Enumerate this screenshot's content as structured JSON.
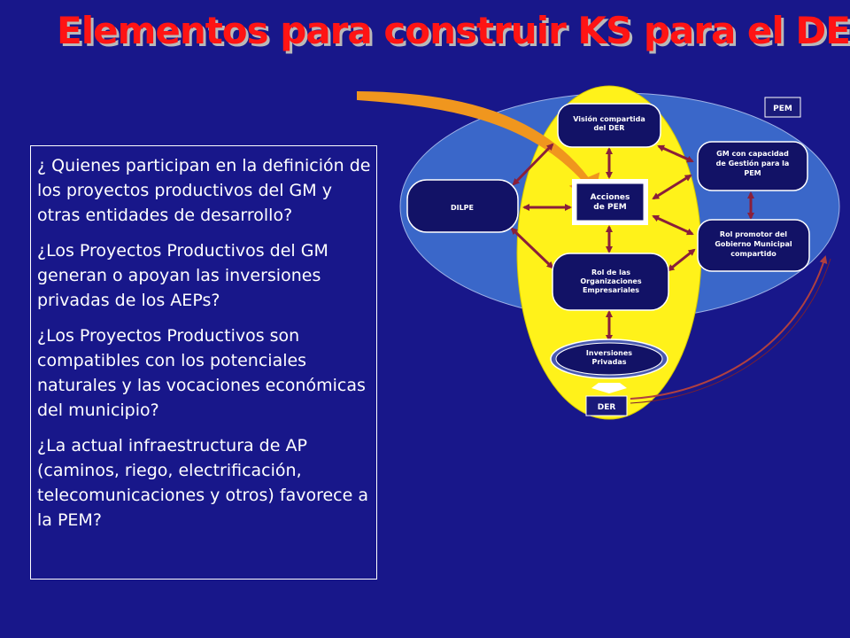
{
  "title": "Elementos para construir KS para el DEL",
  "questions": [
    "¿ Quienes participan en la definición de los proyectos productivos del GM y otras entidades de desarrollo?",
    "¿Los Proyectos Productivos del GM generan o apoyan las inversiones privadas de los AEPs?",
    "¿Los Proyectos Productivos son compatibles con los potenciales naturales y las vocaciones económicas del municipio?",
    "¿La actual infraestructura de AP (caminos, riego, electrificación, telecomunicaciones y otros) favorece a la PEM?"
  ],
  "diagram": {
    "pem_tag": "PEM",
    "der_tag": "DER",
    "dilpe": "DILPE",
    "vision": [
      "Visión compartida",
      "del DER"
    ],
    "acciones": [
      "Acciones",
      "de PEM"
    ],
    "gm": [
      "GM con capacidad",
      "de Gestión para la",
      "PEM"
    ],
    "rol_promotor": [
      "Rol promotor del",
      "Gobierno Municipal",
      "compartido"
    ],
    "rol_org": [
      "Rol de las",
      "Organizaciones",
      "Empresariales"
    ],
    "inversiones": [
      "Inversiones",
      "Privadas"
    ],
    "colors": {
      "background": "#18178a",
      "ellipse": "#3a67c9",
      "yellow": "#fff21a",
      "node": "#121266",
      "arrow": "#8a1f3a",
      "orange": "#f0961e"
    }
  }
}
